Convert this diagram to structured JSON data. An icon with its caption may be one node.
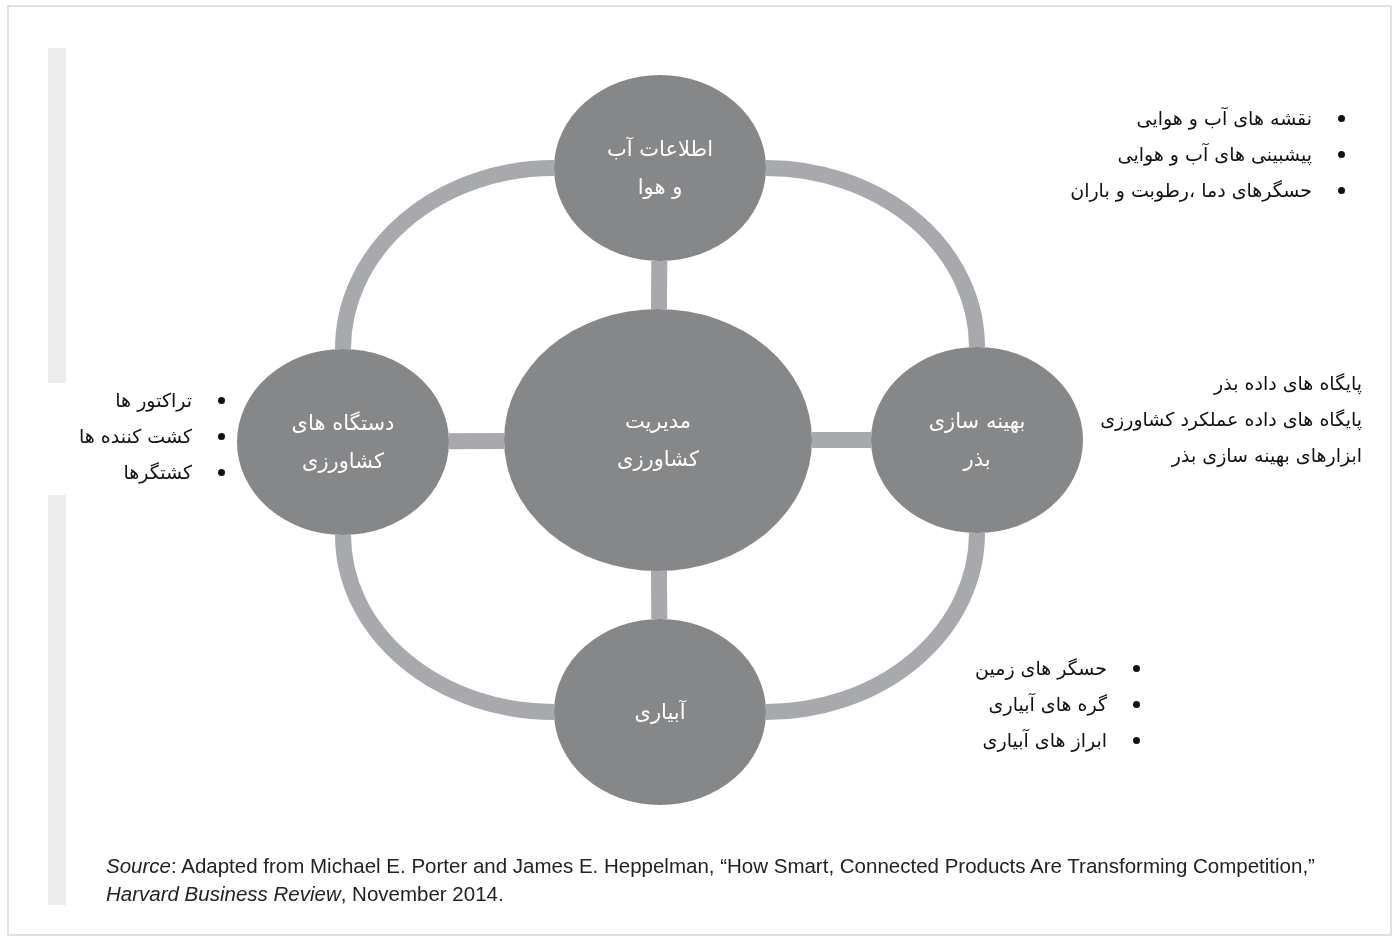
{
  "diagram": {
    "caption": "*Source*: Adapted from Michael E. Porter and James E. Heppelman, “How Smart, Connected Products Are Transforming Competition,” *Harvard Business Review*, November 2014.",
    "nodes": [
      {
        "text": [
          "اطلاعات آب و هوا"
        ],
        "beside": [
          "نقشه های آب و هوایی",
          "پیشبینی های آب و هوایی",
          "حسگرهای دما ،رطوبت و باران"
        ]
      },
      {
        "text": [
          "دستگاه های کشاورزی"
        ],
        "beside": [
          "تراکتور ها",
          "کشت کننده ها",
          "کشتگرها"
        ]
      },
      {
        "text": [
          "مدیریت کشاورزی"
        ]
      },
      {
        "text": [
          "بهینه سازی بذر"
        ],
        "beside": [
          "پایگاه های داده بذر",
          "پایگاه های داده عملکرد کشاورزی",
          "ابزارهای بهینه سازی بذر"
        ]
      },
      {
        "text": [
          "آبیاری"
        ],
        "beside": [
          "حسگر های زمین",
          "گره های آبیاری",
          "ابراز های آبیاری"
        ]
      }
    ],
    "edges": [
      {
        "from": 2,
        "to": 0,
        "arrow": "none"
      },
      {
        "from": 2,
        "to": 1,
        "arrow": "none"
      },
      {
        "from": 2,
        "to": 3,
        "arrow": "none"
      },
      {
        "from": 2,
        "to": 4,
        "arrow": "none"
      },
      {
        "from": 0,
        "to": 3,
        "arrow": "none"
      },
      {
        "from": 3,
        "to": 4,
        "arrow": "none"
      },
      {
        "from": 4,
        "to": 1,
        "arrow": "none"
      },
      {
        "from": 1,
        "to": 0,
        "arrow": "none"
      }
    ]
  }
}
